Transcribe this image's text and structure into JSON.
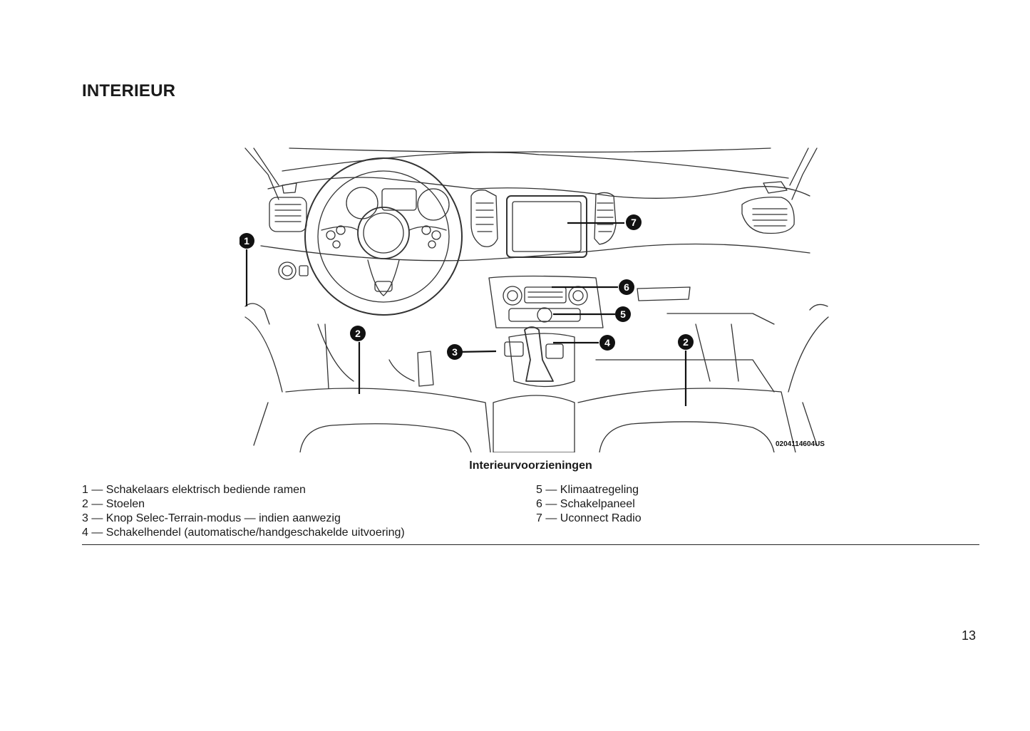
{
  "page": {
    "title": "INTERIEUR",
    "number": "13"
  },
  "figure": {
    "code": "0204114604US",
    "caption": "Interieurvoorzieningen",
    "callouts": [
      "1",
      "2",
      "2",
      "3",
      "4",
      "5",
      "6",
      "7"
    ]
  },
  "legend": {
    "left": [
      "1 — Schakelaars elektrisch bediende ramen",
      "2 — Stoelen",
      "3 — Knop Selec-Terrain-modus — indien aanwezig",
      "4 — Schakelhendel (automatische/handgeschakelde uitvoering)"
    ],
    "right": [
      "5 — Klimaatregeling",
      "6 — Schakelpaneel",
      "7 — Uconnect Radio"
    ]
  }
}
